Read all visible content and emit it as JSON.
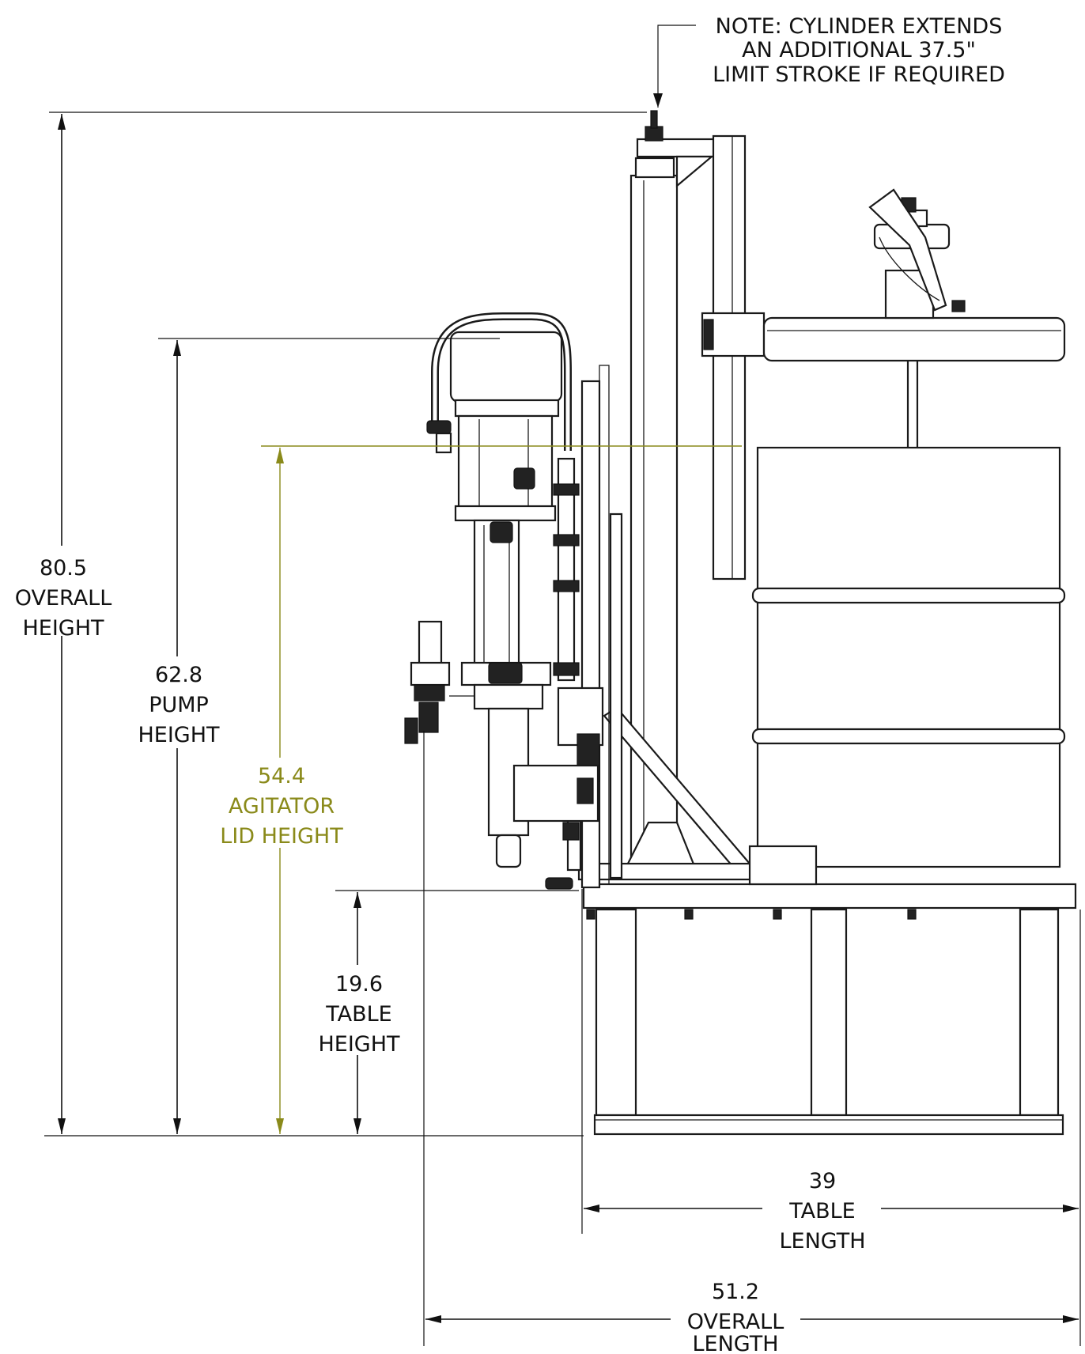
{
  "note": {
    "lines": [
      "NOTE: CYLINDER EXTENDS",
      "AN ADDITIONAL 37.5\"",
      "LIMIT STROKE IF REQUIRED"
    ]
  },
  "dimensions": {
    "overall_height": {
      "value": "80.5",
      "label1": "OVERALL",
      "label2": "HEIGHT"
    },
    "pump_height": {
      "value": "62.8",
      "label1": "PUMP",
      "label2": "HEIGHT"
    },
    "agitator_lid_height": {
      "value": "54.4",
      "label1": "AGITATOR",
      "label2": "LID HEIGHT"
    },
    "table_height": {
      "value": "19.6",
      "label1": "TABLE",
      "label2": "HEIGHT"
    },
    "table_length": {
      "value": "39",
      "label1": "TABLE",
      "label2": "LENGTH"
    },
    "overall_length": {
      "value": "51.2",
      "label1": "OVERALL",
      "label2": "LENGTH"
    }
  },
  "colors": {
    "line": "#111111",
    "accent": "#8a8a1a",
    "background": "#ffffff"
  }
}
